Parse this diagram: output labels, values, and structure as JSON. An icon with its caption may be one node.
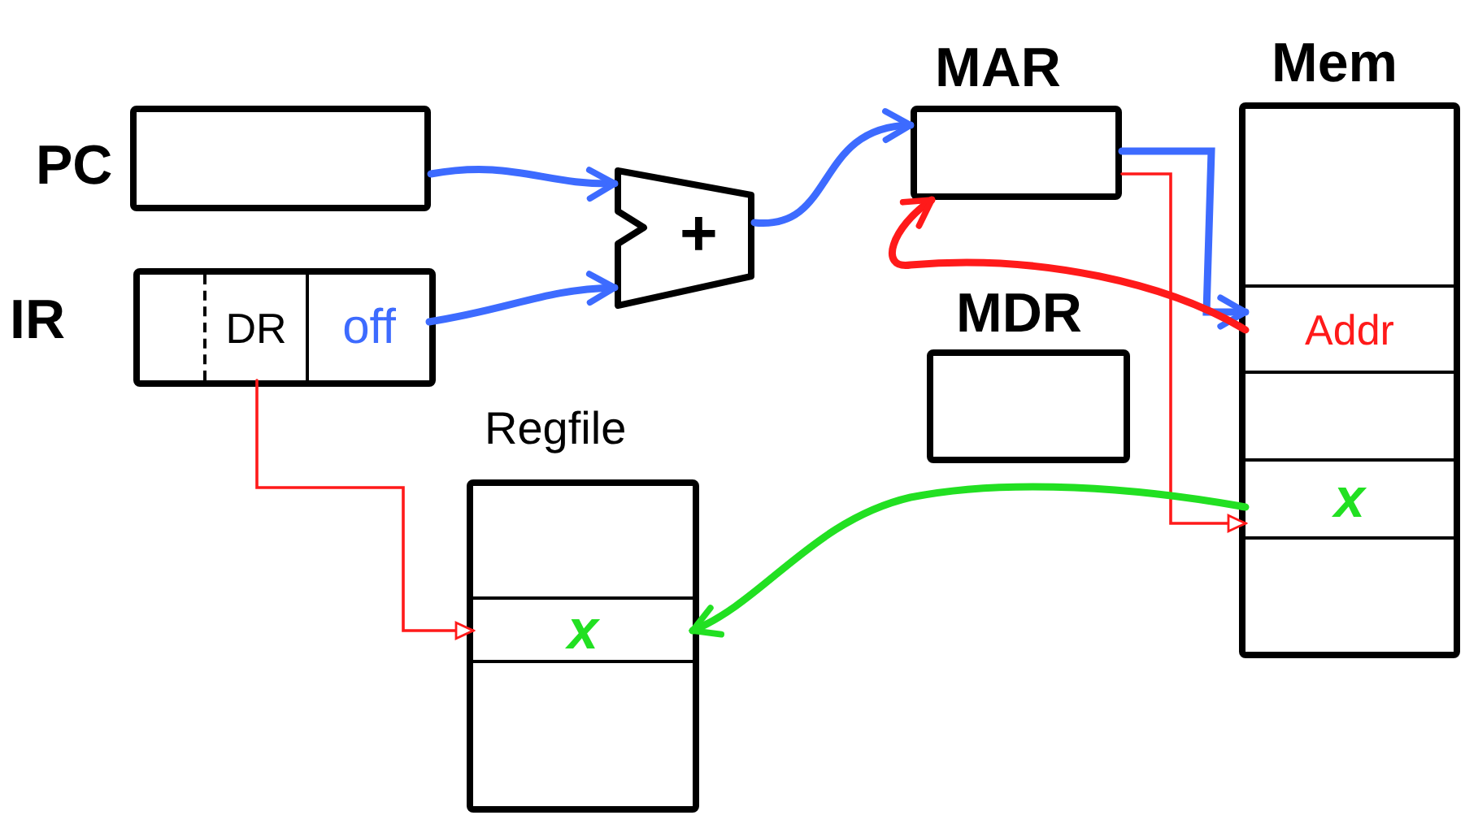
{
  "diagram": {
    "nodes": [
      {
        "text": [
          "PC"
        ]
      },
      {
        "text": [
          "IR"
        ]
      },
      {
        "text": [
          "DR"
        ],
        "in": 1
      },
      {
        "text": [
          "off"
        ],
        "in": 1
      },
      {
        "text": [
          "+"
        ]
      },
      {
        "text": [
          "MAR"
        ]
      },
      {
        "text": [
          "MDR"
        ]
      },
      {
        "text": [
          "Mem"
        ]
      },
      {
        "text": [
          "Addr"
        ],
        "in": 7
      },
      {
        "text": [
          "x"
        ],
        "in": 7
      },
      {
        "text": [
          "Regfile"
        ]
      },
      {
        "text": [
          "x"
        ],
        "in": 10
      }
    ],
    "edges": [
      {
        "from": 0,
        "to": 4,
        "arrow": "to",
        "color": "#3d6bff"
      },
      {
        "from": 3,
        "to": 4,
        "arrow": "to",
        "color": "#3d6bff"
      },
      {
        "from": 4,
        "to": 5,
        "arrow": "to",
        "color": "#3d6bff"
      },
      {
        "from": 5,
        "to": 8,
        "arrow": "to",
        "color": "#3d6bff"
      },
      {
        "from": 8,
        "to": 5,
        "arrow": "to",
        "color": "#ff1a1a"
      },
      {
        "from": 5,
        "to": 9,
        "arrow": "to",
        "color": "#ff1a1a"
      },
      {
        "from": 9,
        "to": 11,
        "arrow": "to",
        "color": "#22e022"
      },
      {
        "from": 2,
        "to": 11,
        "arrow": "to",
        "color": "#ff1a1a"
      }
    ]
  }
}
